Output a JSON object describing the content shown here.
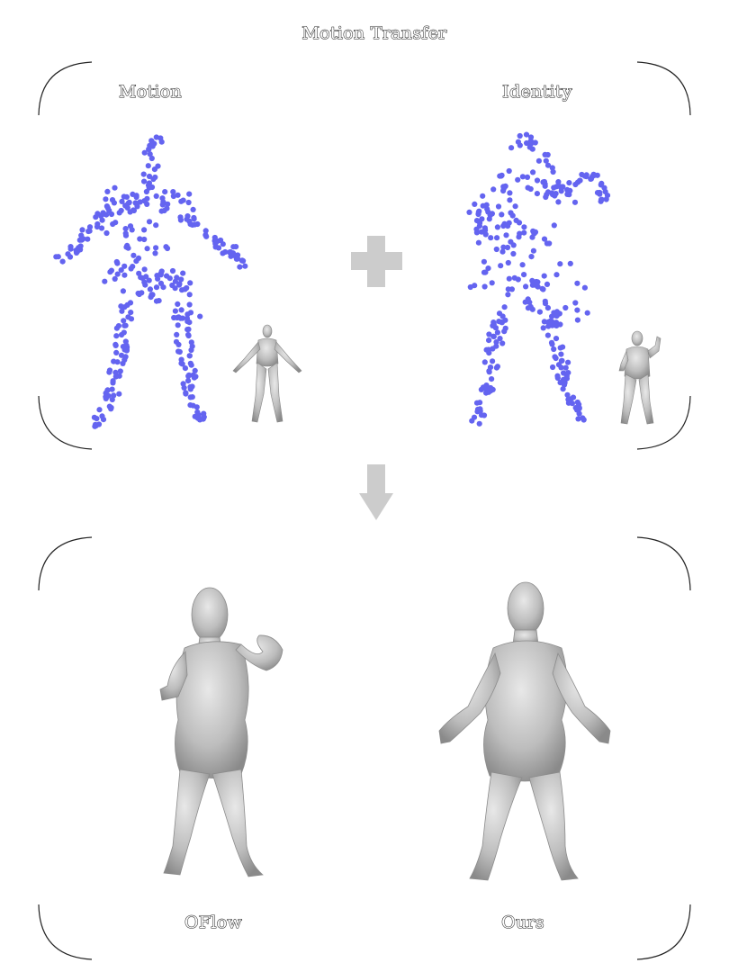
{
  "title": "Motion Transfer",
  "top_panel": {
    "motion_label": "Motion",
    "identity_label": "Identity",
    "point_color": "#6464f0"
  },
  "bottom_panel": {
    "oflow_label": "OFlow",
    "ours_label": "Ours"
  },
  "colors": {
    "frame": "#222222",
    "plus_arrow": "#cccccc",
    "mesh": "#c8c8c8"
  }
}
